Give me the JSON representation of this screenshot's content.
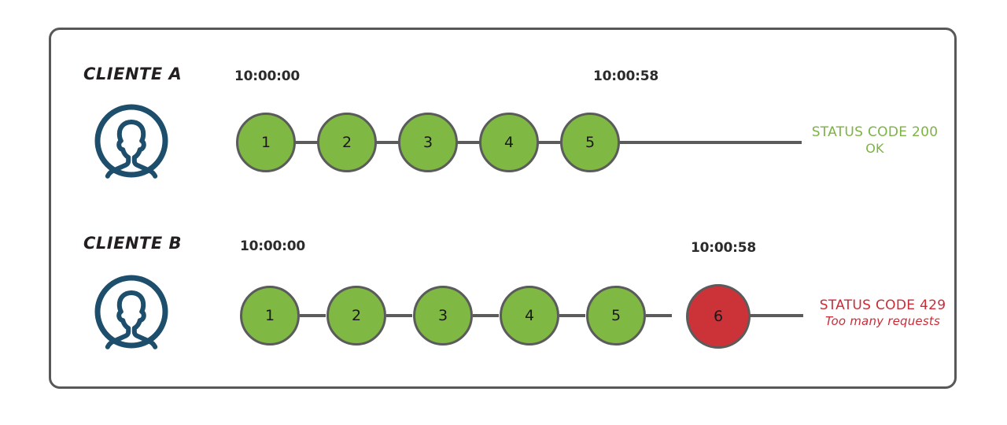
{
  "diagram": {
    "title_hidden": "",
    "frame": {
      "border_color": "#58585a"
    },
    "palette": {
      "node_ok": "#7fb842",
      "node_error": "#cb3339",
      "node_border": "#5b5b5b",
      "link": "#5b5b5b",
      "avatar": "#1d4e6b",
      "status_ok_text": "#7cb342",
      "status_error_text": "#cc2b36",
      "label_text": "#231f20"
    },
    "rows": [
      {
        "id": "client-a",
        "client_label": "CLIENTE A",
        "avatar_icon": "user-avatar-icon",
        "start_time": "10:00:00",
        "end_time": "10:00:58",
        "nodes": [
          {
            "label": "1",
            "state": "ok"
          },
          {
            "label": "2",
            "state": "ok"
          },
          {
            "label": "3",
            "state": "ok"
          },
          {
            "label": "4",
            "state": "ok"
          },
          {
            "label": "5",
            "state": "ok"
          }
        ],
        "status": {
          "state": "ok",
          "line1": "STATUS CODE 200",
          "line2": "OK"
        }
      },
      {
        "id": "client-b",
        "client_label": "CLIENTE B",
        "avatar_icon": "user-avatar-icon",
        "start_time": "10:00:00",
        "end_time": "10:00:58",
        "nodes": [
          {
            "label": "1",
            "state": "ok"
          },
          {
            "label": "2",
            "state": "ok"
          },
          {
            "label": "3",
            "state": "ok"
          },
          {
            "label": "4",
            "state": "ok"
          },
          {
            "label": "5",
            "state": "ok"
          },
          {
            "label": "6",
            "state": "error"
          }
        ],
        "status": {
          "state": "error",
          "line1": "STATUS CODE 429",
          "line2": "Too many requests"
        }
      }
    ]
  }
}
